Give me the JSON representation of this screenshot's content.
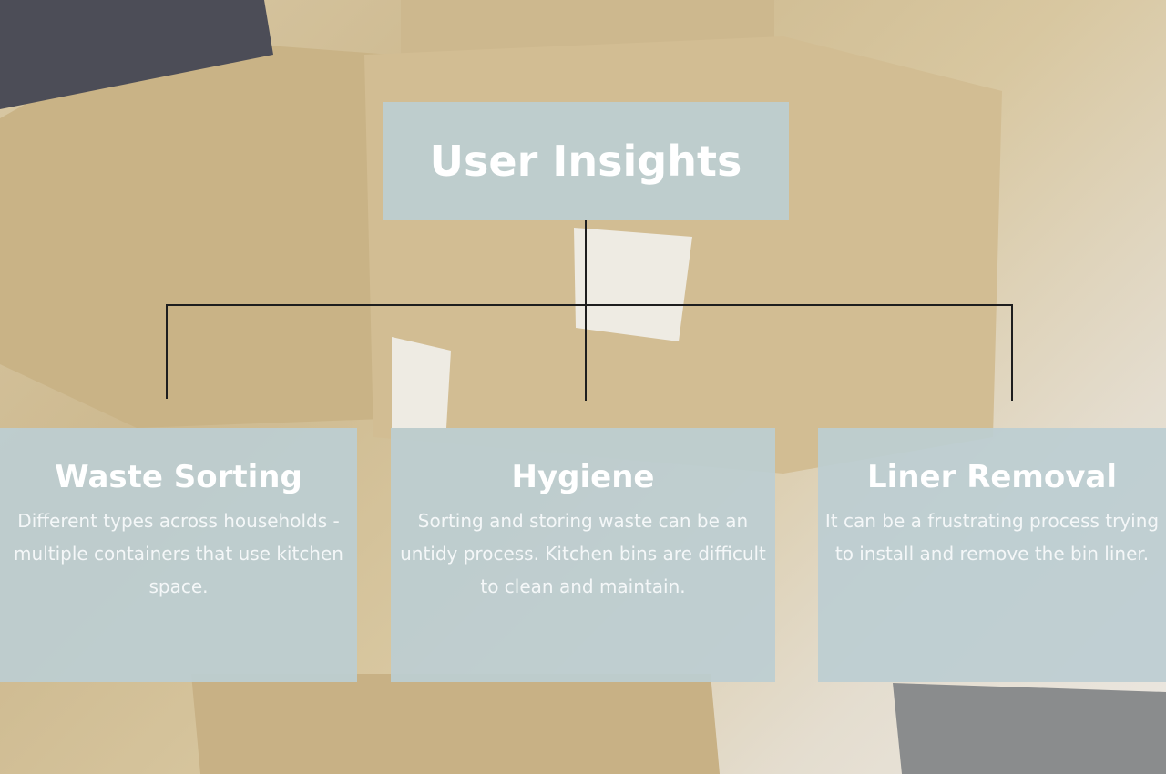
{
  "title": "User Insights",
  "cards": [
    {
      "heading": "Waste Sorting",
      "body": "Different types across households - multiple containers that use kitchen space."
    },
    {
      "heading": "Hygiene",
      "body": "Sorting and storing waste can be an untidy process. Kitchen bins are difficult to clean and maintain."
    },
    {
      "heading": "Liner Removal",
      "body": "It can be a frustrating process trying to install and remove the bin liner."
    }
  ]
}
